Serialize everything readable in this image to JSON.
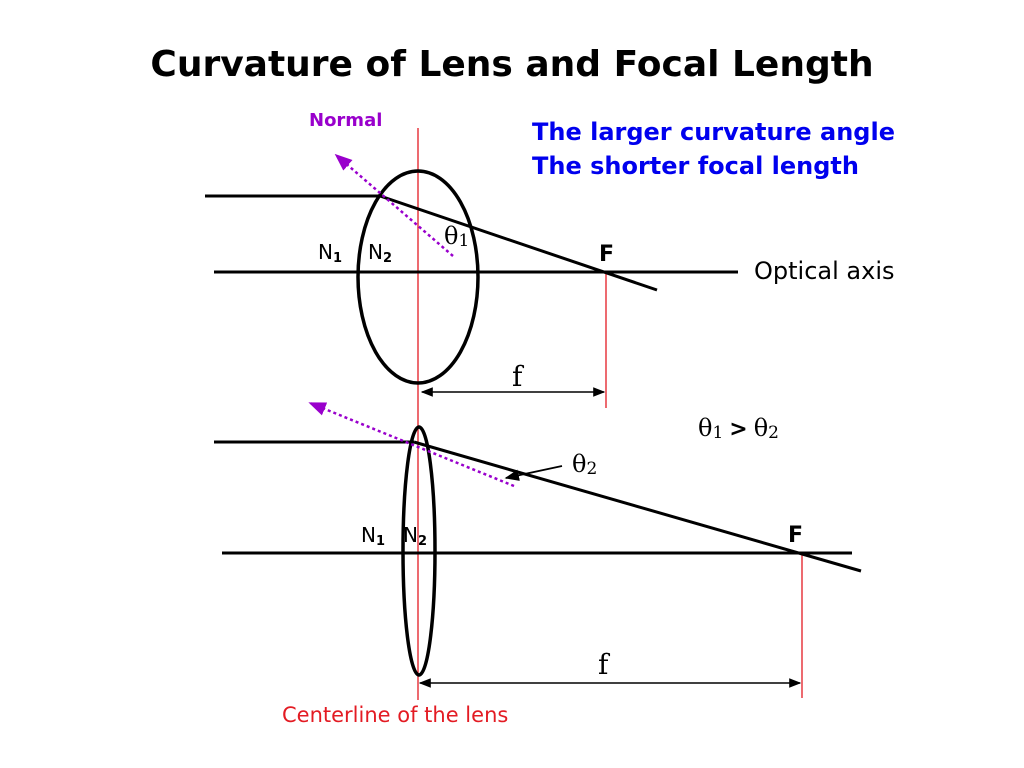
{
  "title": "Curvature of Lens and Focal Length",
  "notes": {
    "line1": "The larger curvature angle",
    "line2": "The shorter focal length"
  },
  "labels": {
    "normal": "Normal",
    "optical_axis": "Optical axis",
    "centerline": "Centerline of the lens",
    "n_symbol": "N",
    "n1_sub": "1",
    "n2_sub": "2",
    "focus": "F",
    "focal_length": "f",
    "theta": "θ",
    "theta1_sub": "1",
    "theta2_sub": "2",
    "greater_than": ">"
  },
  "colors": {
    "ray": "#000000",
    "normal": "#9900cc",
    "centerline": "#e31b23",
    "note": "#0000ee"
  }
}
